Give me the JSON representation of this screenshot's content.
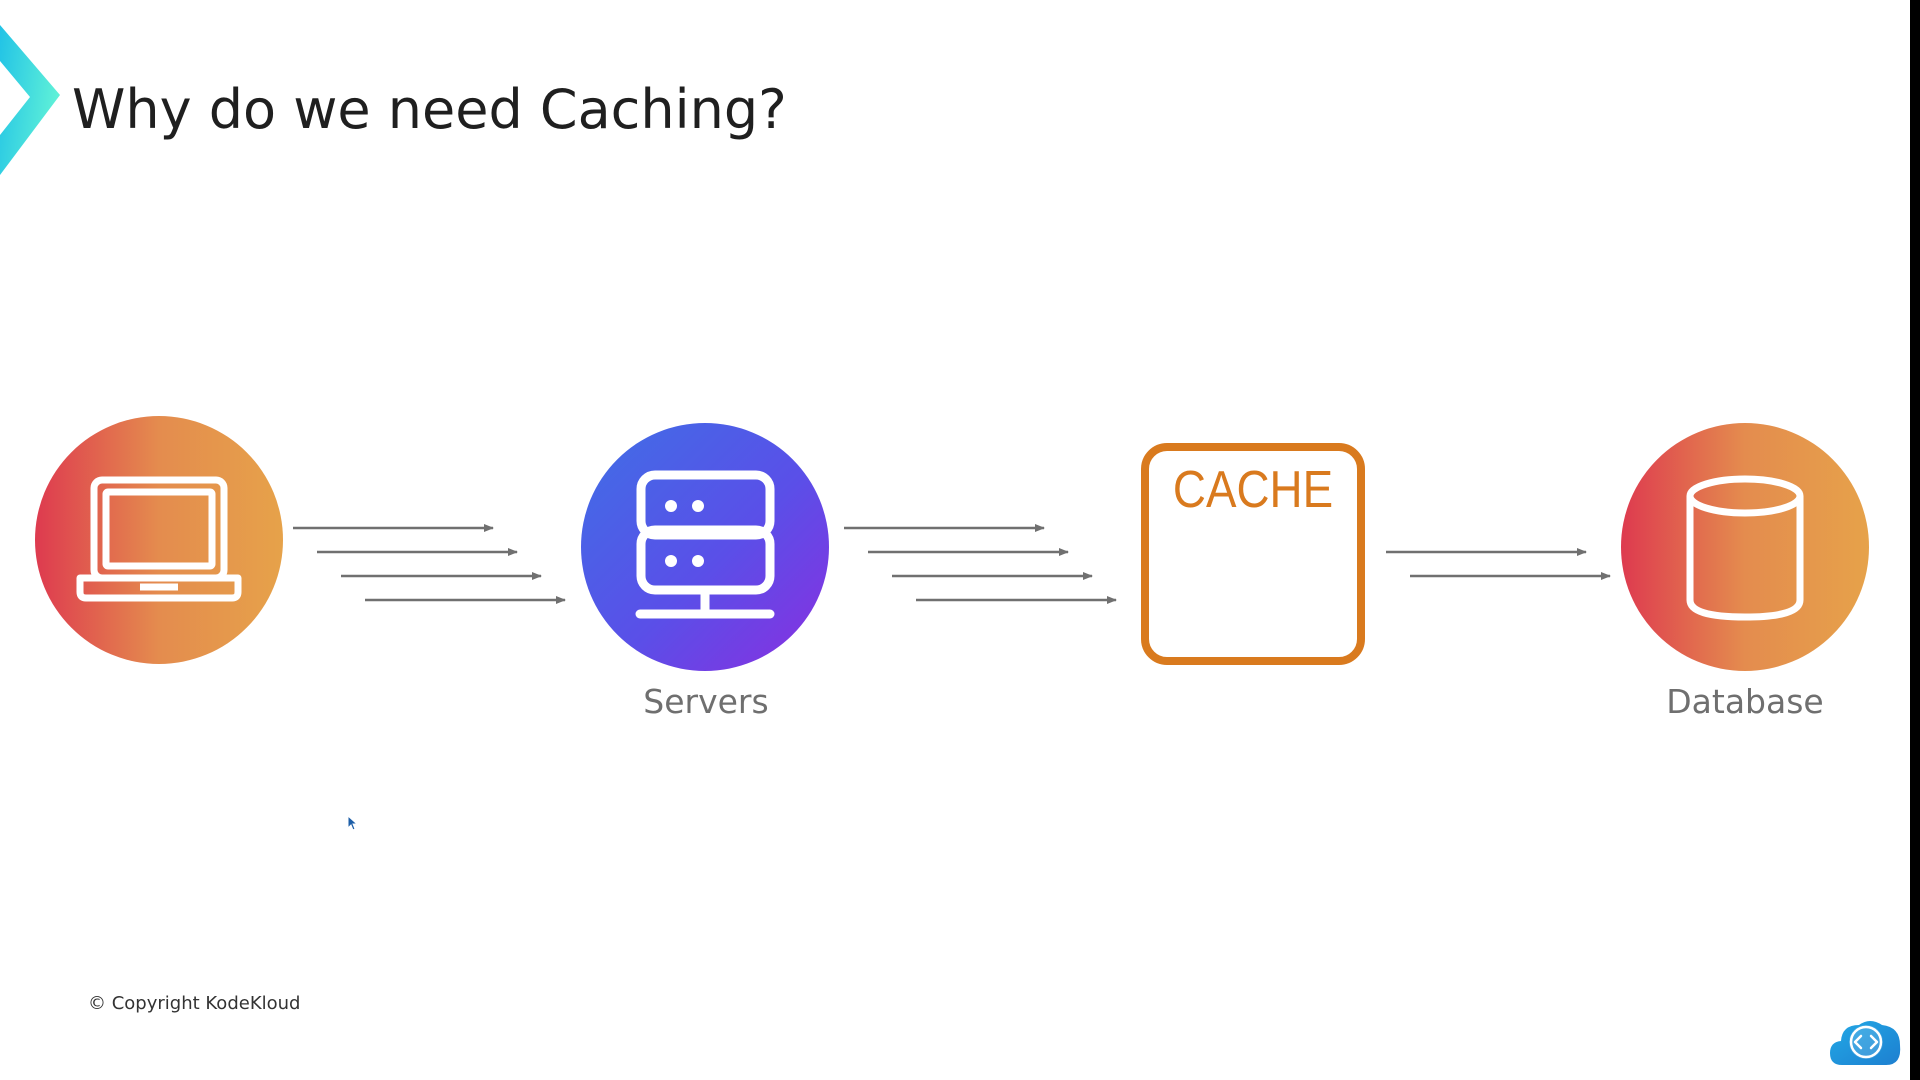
{
  "slide": {
    "title": "Why do we need Caching?",
    "footer_copyright": "© Copyright KodeKloud"
  },
  "diagram": {
    "nodes": [
      {
        "id": "client",
        "icon": "laptop-icon",
        "label": ""
      },
      {
        "id": "servers",
        "icon": "server-rack-icon",
        "label": "Servers"
      },
      {
        "id": "cache",
        "icon": "cache-box",
        "label": "CACHE"
      },
      {
        "id": "database",
        "icon": "database-cylinder-icon",
        "label": "Database"
      }
    ],
    "edges": [
      {
        "from": "client",
        "to": "servers",
        "arrow_count": 4
      },
      {
        "from": "servers",
        "to": "cache",
        "arrow_count": 4
      },
      {
        "from": "cache",
        "to": "database",
        "arrow_count": 2
      }
    ]
  },
  "colors": {
    "orange_gradient": [
      "#de3a4f",
      "#e48c4e",
      "#e6a24a"
    ],
    "purple_gradient": [
      "#3f6fe6",
      "#5a4fe8",
      "#8a2ee0"
    ],
    "cache_orange": "#d97a1e",
    "arrow_gray": "#707070",
    "label_gray": "#6f6f6f",
    "brand_teal": [
      "#22c3e6",
      "#5ef0d8"
    ]
  }
}
